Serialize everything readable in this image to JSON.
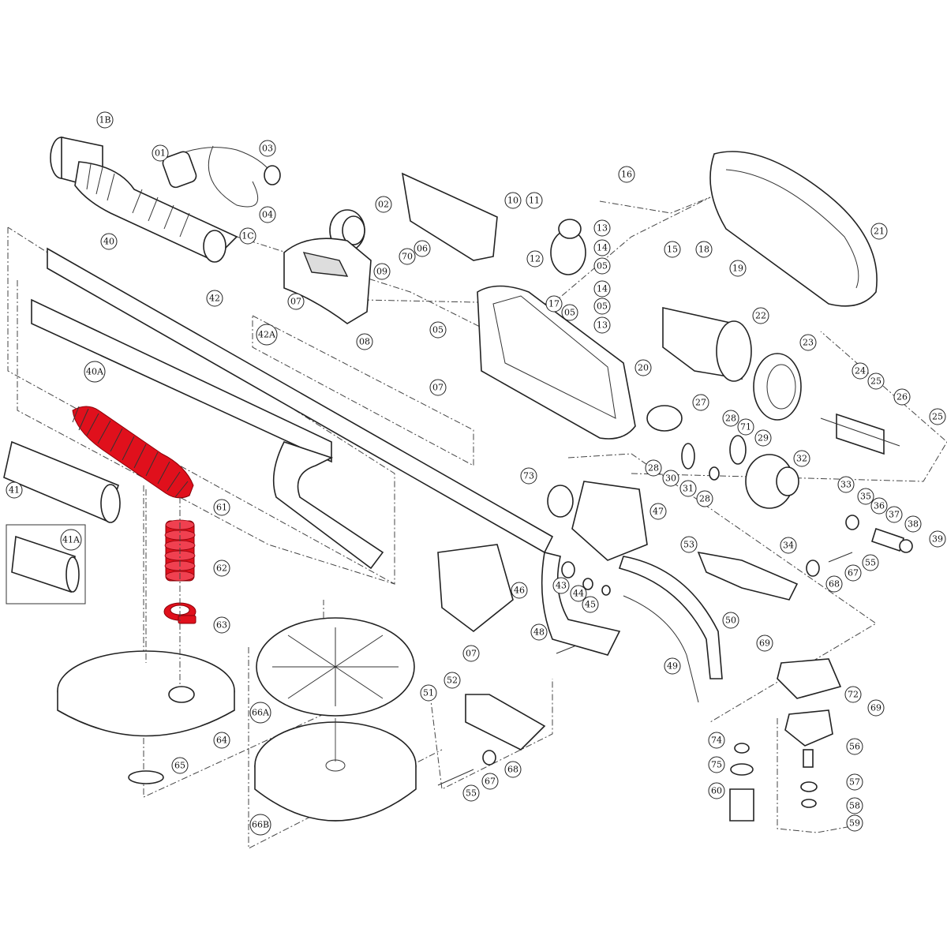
{
  "title": "Exploded parts diagram",
  "highlight_color": "#e0101c",
  "highlighted_parts": [
    "61",
    "62",
    "63"
  ],
  "callouts": [
    "1B",
    "01",
    "03",
    "04",
    "02",
    "10",
    "11",
    "16",
    "21",
    "1C",
    "06",
    "70",
    "13",
    "14",
    "05",
    "15",
    "18",
    "19",
    "12",
    "40",
    "09",
    "07",
    "42",
    "08",
    "17",
    "05",
    "14",
    "05",
    "13",
    "22",
    "42A",
    "05",
    "23",
    "40A",
    "07",
    "20",
    "24",
    "25",
    "26",
    "27",
    "28",
    "71",
    "29",
    "25",
    "41",
    "61",
    "73",
    "28",
    "30",
    "31",
    "28",
    "32",
    "33",
    "35",
    "36",
    "37",
    "38",
    "39",
    "47",
    "53",
    "34",
    "55",
    "67",
    "68",
    "41A",
    "62",
    "46",
    "43",
    "44",
    "45",
    "63",
    "48",
    "50",
    "07",
    "69",
    "49",
    "72",
    "69",
    "52",
    "51",
    "56",
    "66A",
    "64",
    "74",
    "75",
    "57",
    "65",
    "68",
    "67",
    "55",
    "60",
    "58",
    "59",
    "66B"
  ]
}
